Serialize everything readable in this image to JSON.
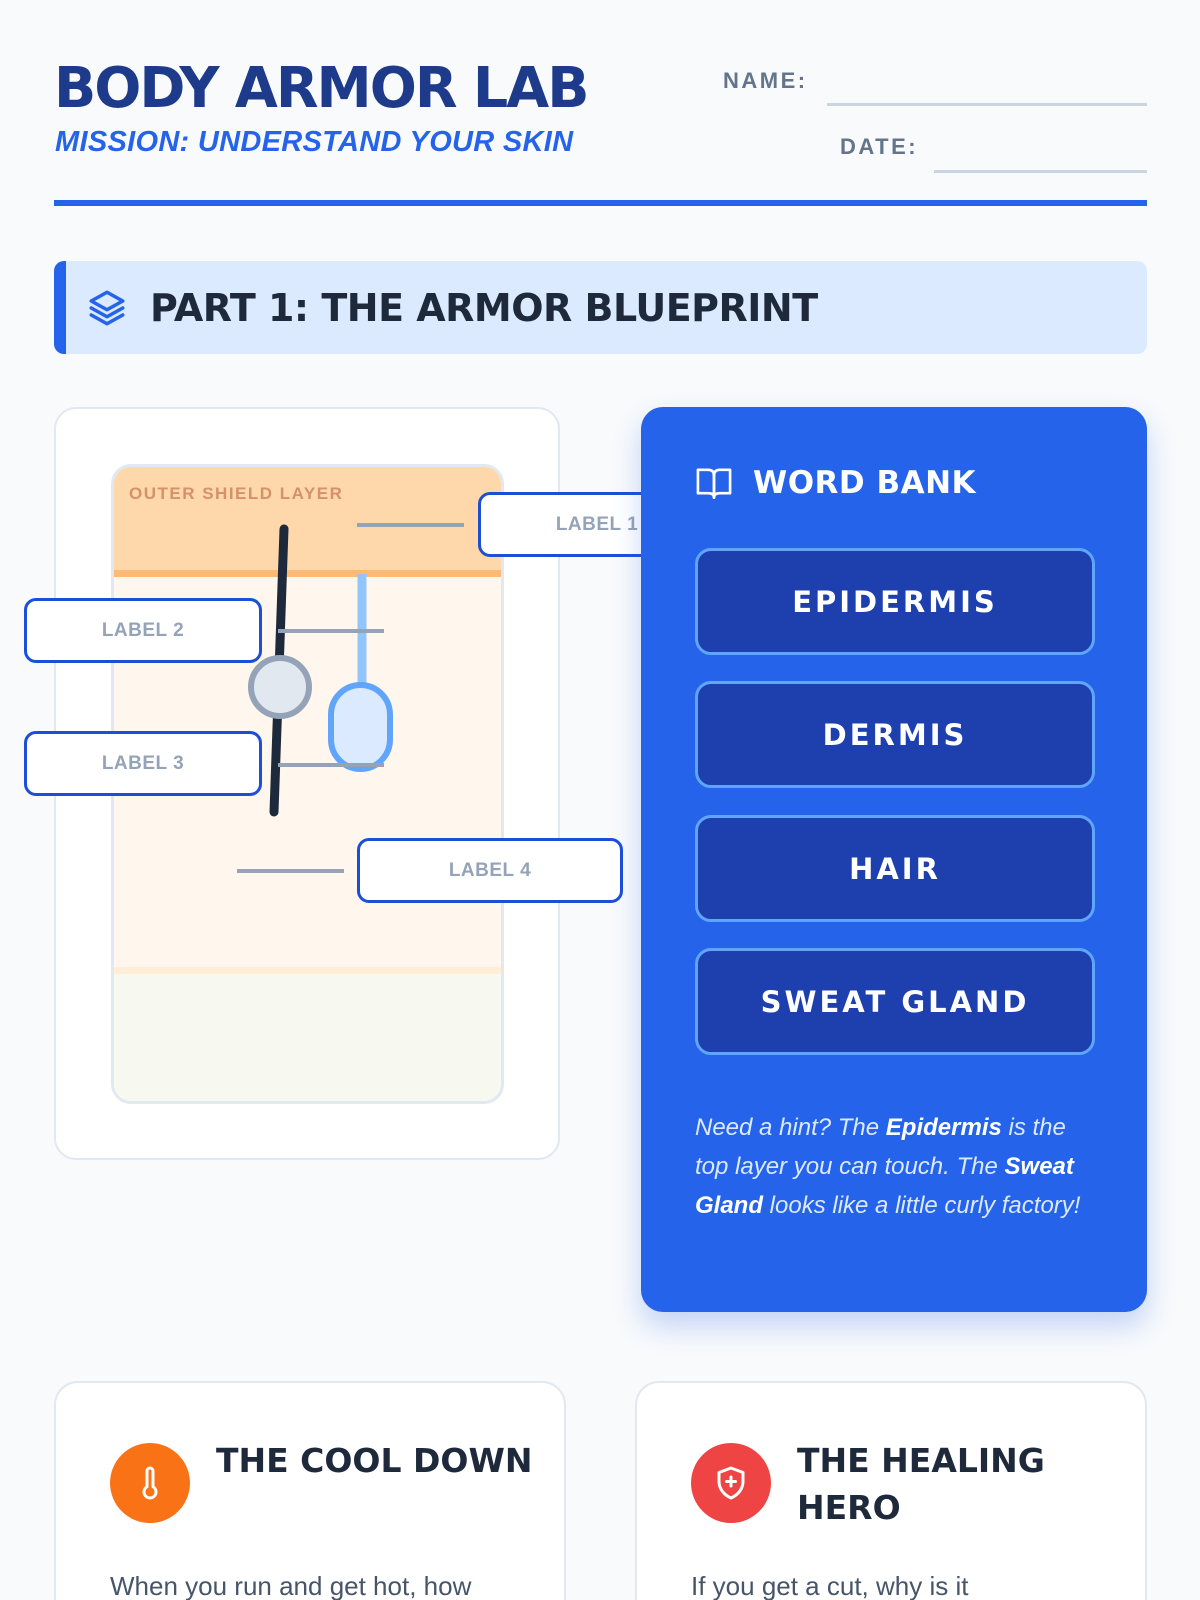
{
  "header": {
    "title": "BODY ARMOR LAB",
    "subtitle": "MISSION: UNDERSTAND YOUR SKIN",
    "name_label": "NAME:",
    "name_value": "",
    "date_label": "DATE:",
    "date_value": ""
  },
  "part1": {
    "icon": "layers-icon",
    "title": "PART 1: THE ARMOR BLUEPRINT"
  },
  "diagram": {
    "layer_caption": "OUTER SHIELD LAYER",
    "labels": [
      "LABEL 1",
      "LABEL 2",
      "LABEL 3",
      "LABEL 4"
    ]
  },
  "word_bank": {
    "icon": "book-open-icon",
    "title": "WORD BANK",
    "words": [
      "EPIDERMIS",
      "DERMIS",
      "HAIR",
      "SWEAT GLAND"
    ],
    "hint": {
      "part1": "Need a hint? The ",
      "bold1": "Epidermis",
      "part2": " is the top layer you can touch. The ",
      "bold2": "Sweat Gland",
      "part3": " looks like a little curly factory!"
    }
  },
  "questions": [
    {
      "icon": "thermometer-icon",
      "icon_color": "#f97316",
      "title": "THE COOL DOWN",
      "text": "When you run and get hot, how"
    },
    {
      "icon": "shield-plus-icon",
      "icon_color": "#ef4444",
      "title": "THE HEALING HERO",
      "text": "If you get a cut, why is it"
    }
  ],
  "colors": {
    "primary": "#2563eb",
    "dark_primary": "#1e3a8a",
    "word_bg": "#1e40af",
    "epidermis": "#fed7aa",
    "dermis": "#fff7ed"
  }
}
